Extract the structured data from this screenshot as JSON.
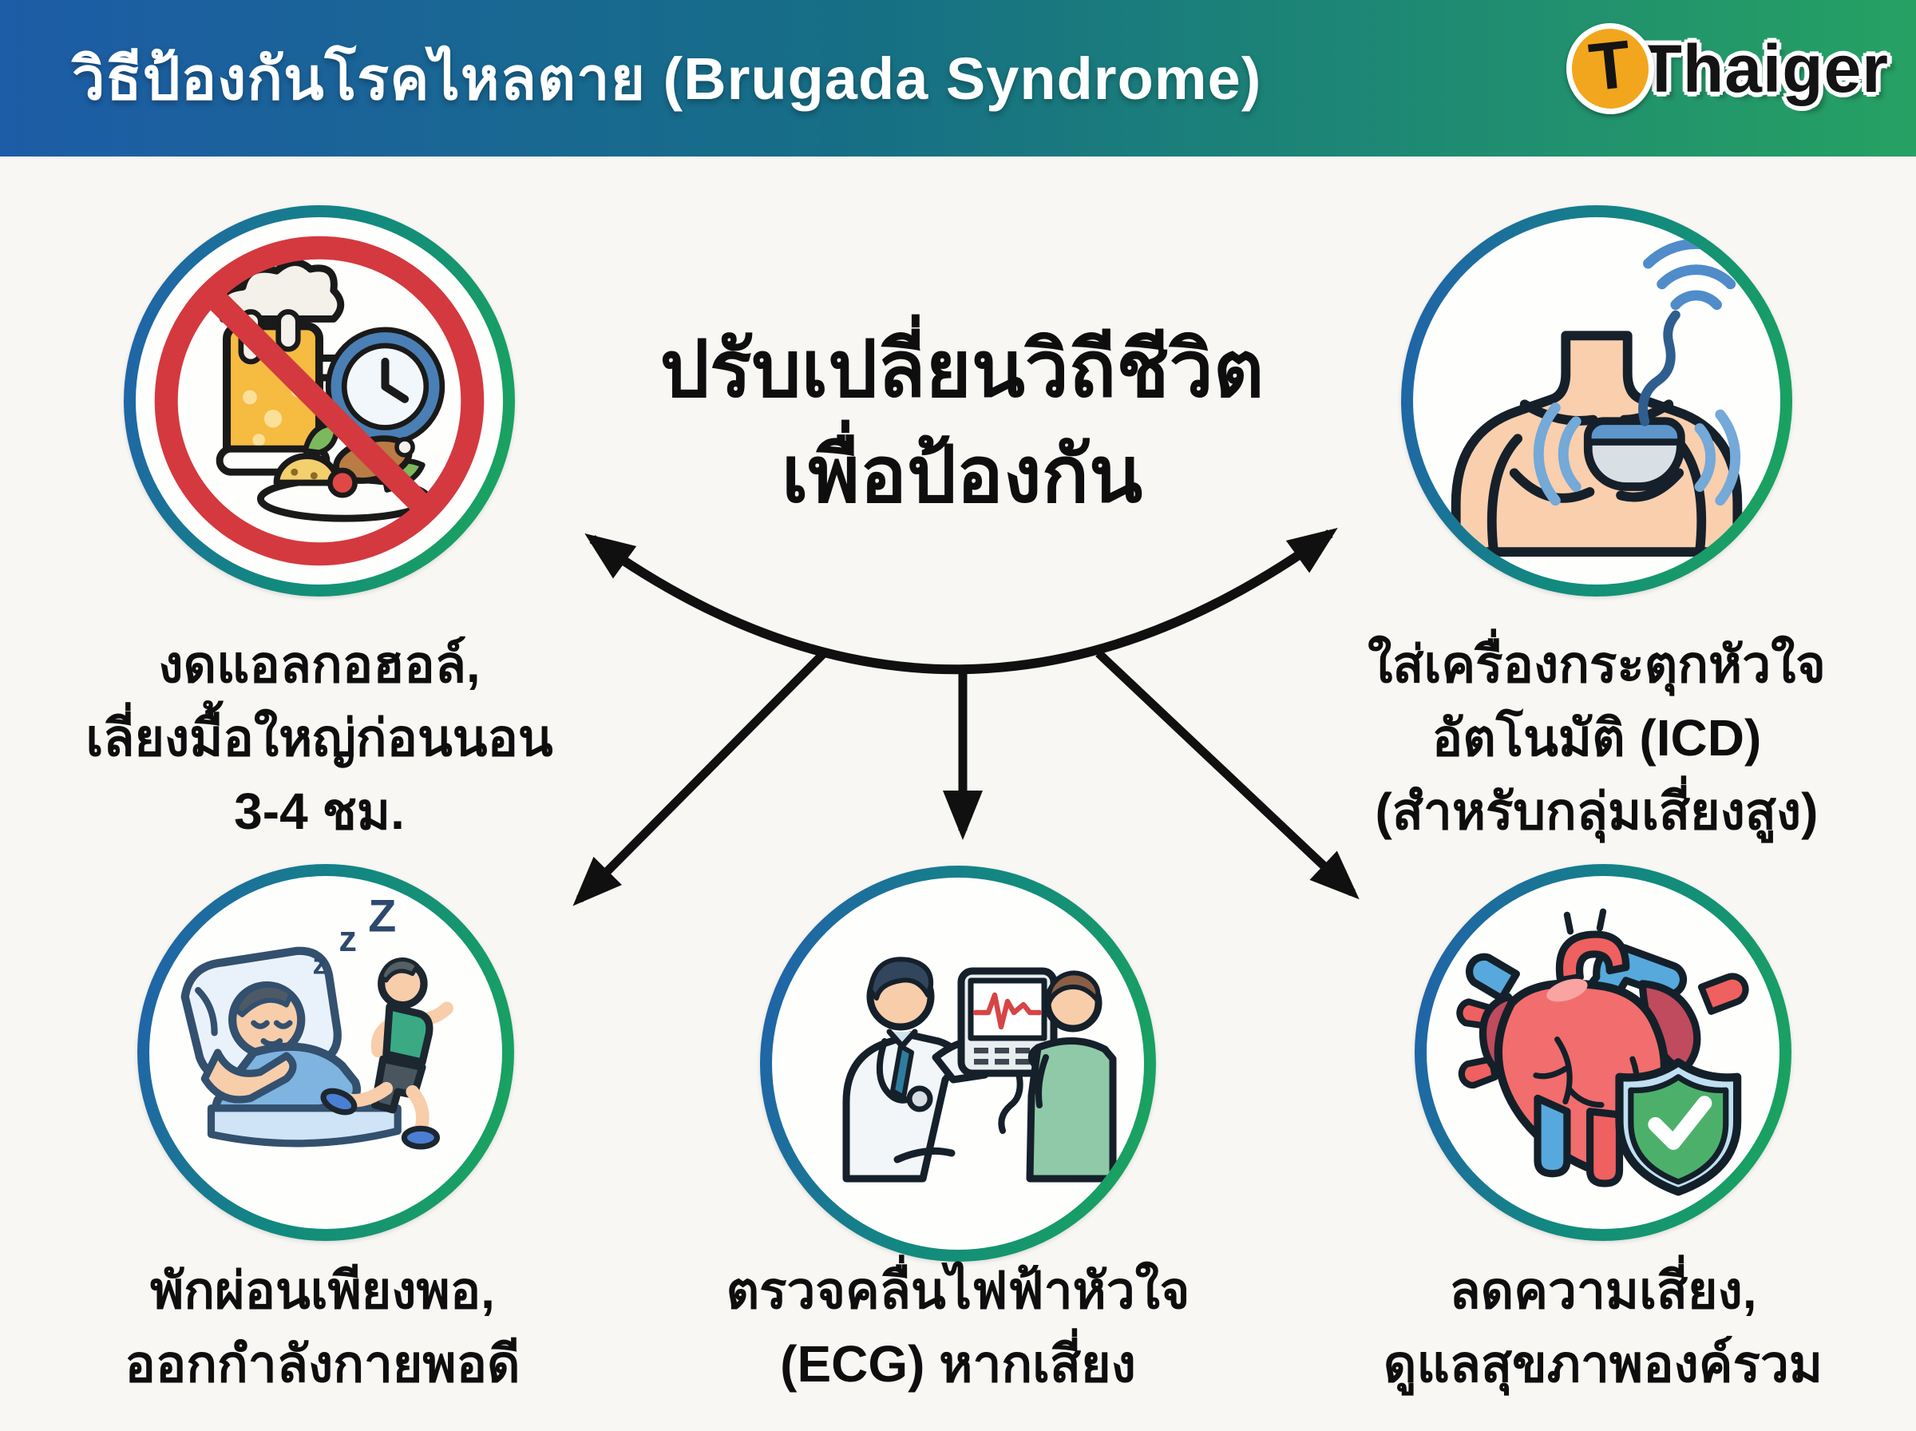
{
  "header": {
    "title": "วิธีป้องกันโรคไหลตาย (Brugada Syndrome)",
    "logo": {
      "badge_letter": "T",
      "brand": "Thaiger"
    }
  },
  "center": {
    "title_line1": "ปรับเปลี่ยนวิถีชีวิต",
    "title_line2": "เพื่อป้องกัน"
  },
  "items": [
    {
      "id": "avoid-alcohol-big-meal",
      "icon": "no-alcohol-big-meal-icon",
      "lines": [
        "งดแอลกอฮอล์,",
        "เลี่ยงมื้อใหญ่ก่อนนอน",
        "3-4 ชม."
      ]
    },
    {
      "id": "icd-implant",
      "icon": "icd-implant-icon",
      "lines": [
        "ใส่เครื่องกระตุกหัวใจ",
        "อัตโนมัติ (ICD)",
        "(สำหรับกลุ่มเสี่ยงสูง)"
      ]
    },
    {
      "id": "rest-exercise",
      "icon": "sleep-exercise-icon",
      "lines": [
        "พักผ่อนเพียงพอ,",
        "ออกกำลังกายพอดี"
      ]
    },
    {
      "id": "ecg-check",
      "icon": "ecg-monitor-icon",
      "lines": [
        "ตรวจคลื่นไฟฟ้าหัวใจ",
        "(ECG) หากเสี่ยง"
      ]
    },
    {
      "id": "reduce-risk",
      "icon": "heart-shield-icon",
      "lines": [
        "ลดความเสี่ยง,",
        "ดูแลสุขภาพองค์รวม"
      ]
    }
  ],
  "icon_text": {
    "z1": "z",
    "z2": "z",
    "z3": "Z"
  },
  "colors": {
    "background": "#f8f7f4",
    "header_gradient_left": "#1d5ca6",
    "header_gradient_mid": "#166f85",
    "header_gradient_right": "#26a163",
    "ring_gradient_left": "#2064a8",
    "ring_gradient_right": "#1aa35f",
    "prohibition_red": "#d4393f",
    "arrow_black": "#101010",
    "logo_badge_orange": "#f2a61d"
  }
}
